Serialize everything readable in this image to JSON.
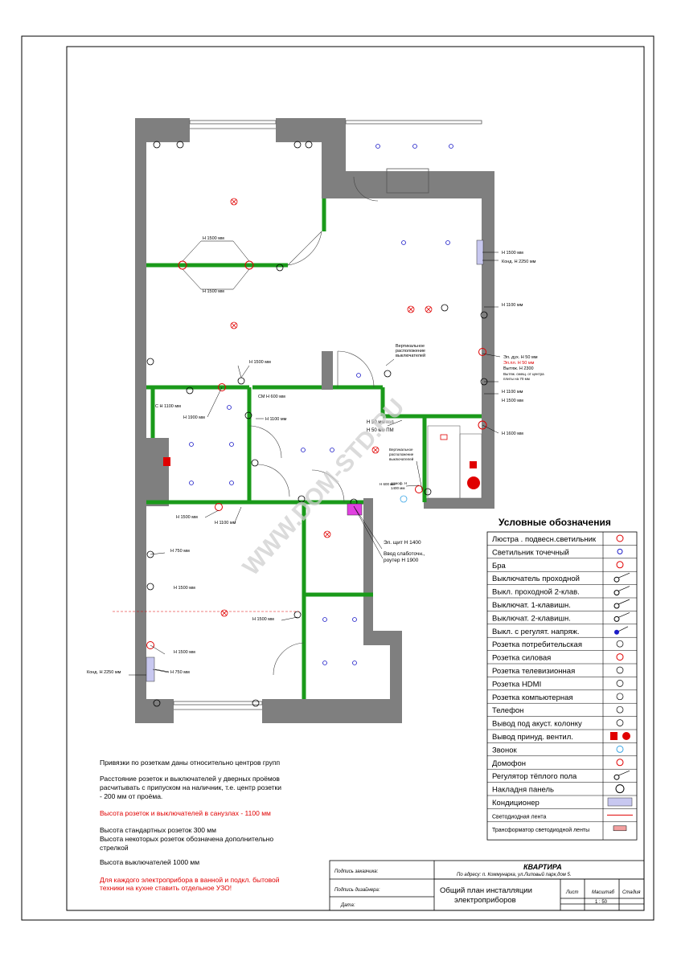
{
  "watermark": "WWW.DOM-STD.RU",
  "plan_labels": {
    "h1500_top": "Н 1500 мм",
    "h1500_mid": "Н 1500 мм",
    "h1500_hall": "Н 1500 мм",
    "h1900": "Н 1900 мм",
    "cm600": "СМ Н 600 мм",
    "h1100_a": "Н 1100 мм",
    "h1100_c": "С Н 1100 мм",
    "h1500_b2": "Н 1500 мм",
    "h1100_b2": "Н 1100 мм",
    "h750_a": "Н 750 мм",
    "h1500_b3": "Н 1500 мм",
    "h1500_b4": "Н 1500 мм",
    "h1500_b5": "Н 1500 мм",
    "h750_b": "Н 750 мм",
    "cond2250_left": "Конд. Н 2250 мм",
    "h1500_k": "Н 1500 мм",
    "cond2250_k": "Конд. Н 2250 мм",
    "h1100_k": "Н 1100 мм",
    "vertical_1": "Вертикальное",
    "vertical_2": "расположение",
    "vertical_3": "выключателей",
    "duh": "Эл. дух. Н 50 мм",
    "pol": "Эл.пл. Н 50 мм",
    "vytyazhka": "Вытяж. Н 2300",
    "vytyazhka_2": "Вытяж. смещ. от центра",
    "vytyazhka_3": "плиты на 70 мм",
    "h1100_k2": "Н 1100 мм",
    "h1500_k2": "Н 1500 мм",
    "h1600": "Н 1600 мм",
    "h50_kol": "Н 50 мм кол",
    "h50_pm": "Н 50 мм ПМ",
    "vert2_1": "Вертикальное",
    "vert2_2": "расположение",
    "vert2_3": "выключателей",
    "h600": "Н 600 мм",
    "domofon": "домоф. Н",
    "h1400": "1400 мм",
    "shchit": "Эл. щит Н 1400",
    "vvod": "Ввод слаботочн.,",
    "router": "роутер Н 1900"
  },
  "legend": {
    "title": "Условные обозначения",
    "items": [
      "Люстра . подвесн.светильник",
      "Светильник точечный",
      "Бра",
      "Выключатель проходной",
      "Выкл. проходной 2-клав.",
      "Выключат. 1-клавишн.",
      "Выключат. 2-клавишн.",
      "Выкл. с регулят. напряж.",
      "Розетка потребительская",
      "Розетка силовая",
      "Розетка телевизионная",
      "Розетка HDMI",
      "Розетка компьютерная",
      "Телефон",
      "Вывод под акуст. колонку",
      "Вывод принуд. вентил.",
      "Звонок",
      "Домофон",
      "Регулятор тёплого пола",
      "Накладня панель",
      "Кондиционер",
      "Светодиодная лента",
      "Трансформатор светодиодной ленты"
    ]
  },
  "notes": {
    "n1": "Привязки по розеткам даны относительно центров групп",
    "n2a": "Расстояние розеток и выключателей у дверных проёмов",
    "n2b": "расчитывать с припуском на наличник, т.е. центр розетки",
    "n2c": "- 200 мм от проёма.",
    "n3": "Высота розеток и выключателей  в санузлах - 1100 мм",
    "n4a": "Высота стандартных розеток  300 мм",
    "n4b": "Высота некоторых розеток  обозначена дополнительно",
    "n4c": "стрелкой",
    "n5": "Высота выключателей 1000 мм",
    "n6a": "Для каждого электроприбора в ванной  и подкл.  бытовой",
    "n6b": "техники на кухне ставить отдельное УЗО!"
  },
  "stamp": {
    "customer": "Подпись заказчика:",
    "designer": "Подпись дизайнера:",
    "date": "Дата:",
    "title": "КВАРТИРА",
    "address": "По адресу: п. Коммунарка, ул.Липовый парк,дом 5.",
    "sheet_title_1": "Общий план инсталляции",
    "sheet_title_2": "электроприборов",
    "sheet": "Лист",
    "scale": "Масштаб",
    "stage": "Стадия",
    "scale_value": "1 : 50"
  },
  "colors": {
    "wall": "#7f7f7f",
    "partition": "#1a9a1a",
    "red": "#e00000",
    "blue": "#1c1cc8",
    "cond": "#c8c8f0",
    "magenta": "#e040e0"
  }
}
